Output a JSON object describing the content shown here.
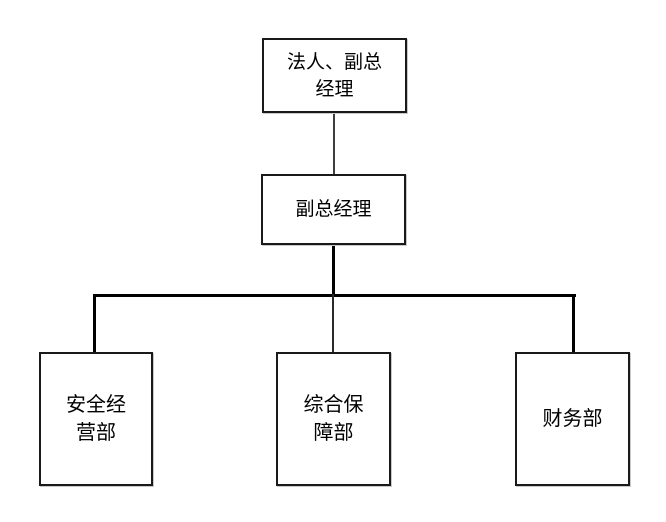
{
  "org_chart": {
    "type": "org-chart",
    "colors": {
      "background": "#ffffff",
      "box_fill": "#ffffff",
      "box_border": "#1a1a1a",
      "connector_dark": "#000000",
      "connector_light": "#3d3d3d",
      "text": "#000000"
    },
    "nodes": [
      {
        "id": "legal-deputy-gm",
        "label": "法人、副总经理",
        "lines": [
          "法人、副总",
          "经理"
        ]
      },
      {
        "id": "deputy-gm",
        "label": "副总经理",
        "lines": [
          "副总经理"
        ]
      },
      {
        "id": "safety-operations-dept",
        "label": "安全经营部",
        "lines": [
          "安全经",
          "营部"
        ]
      },
      {
        "id": "comprehensive-support-dept",
        "label": "综合保障部",
        "lines": [
          "综合保",
          "障部"
        ]
      },
      {
        "id": "finance-dept",
        "label": "财务部",
        "lines": [
          "财务部"
        ]
      }
    ],
    "edges": [
      {
        "from": "legal-deputy-gm",
        "to": "deputy-gm"
      },
      {
        "from": "deputy-gm",
        "to": "safety-operations-dept"
      },
      {
        "from": "deputy-gm",
        "to": "comprehensive-support-dept"
      },
      {
        "from": "deputy-gm",
        "to": "finance-dept"
      }
    ]
  }
}
